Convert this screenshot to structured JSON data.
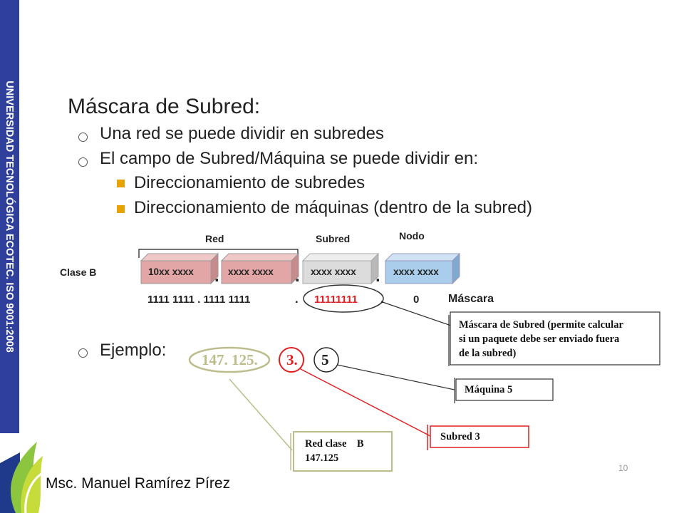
{
  "sidebar": {
    "text": "UNIVERSIDAD TECNOLÓGICA ECOTEC. ISO 9001:2008"
  },
  "slide": {
    "title": "Máscara de Subred:",
    "bullets": [
      "Una red se puede dividir en subredes",
      "El campo de Subred/Máquina se puede dividir en:"
    ],
    "subbullets": [
      "Direccionamiento de subredes",
      "Direccionamiento de máquinas (dentro de la subred)"
    ],
    "example_label": "Ejemplo:"
  },
  "diagram": {
    "labels": {
      "red": "Red",
      "subred": "Subred",
      "nodo": "Nodo",
      "clase": "Clase B"
    },
    "blocks": [
      "10xx xxxx",
      "xxxx xxxx",
      "xxxx xxxx",
      "xxxx xxxx"
    ],
    "dot": ".",
    "mask": {
      "part1": "1111 1111 . 1111 1111",
      "dot1": ".",
      "subnet": "11111111",
      "dot2": ".",
      "host": "0",
      "label": "Máscara"
    },
    "callout_mask": [
      "Máscara de Subred (permite calcular",
      "si un paquete debe ser enviado fuera",
      "de la subred)"
    ],
    "example": {
      "network": "147.  125.",
      "subnet": "3.",
      "host": "5"
    },
    "callout_host": "Máquina 5",
    "callout_subnet": "Subred 3",
    "callout_network": [
      "Red clase    B",
      "147.125"
    ],
    "colors": {
      "red_block": "#e3a6a6",
      "subnet_block": "#dcdcdc",
      "host_block": "#a9cdeb",
      "accent_red": "#e02020",
      "network_olive": "#bdbd8c",
      "sidebar": "#2f3f9c"
    }
  },
  "footer": {
    "author": "Msc. Manuel Ramírez Pírez",
    "page": "10"
  }
}
